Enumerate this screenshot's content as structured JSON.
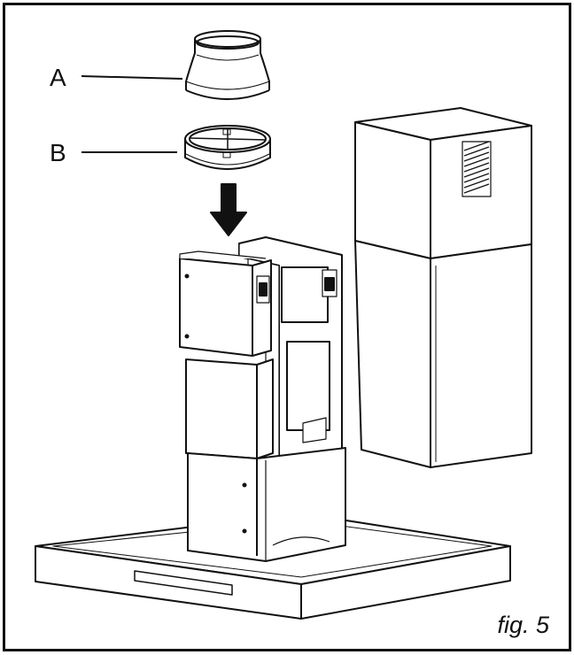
{
  "callouts": [
    {
      "letter": "A"
    },
    {
      "letter": "B"
    }
  ],
  "figure_label": "fig. 5",
  "colors": {
    "line": "#111111",
    "fill": "#ffffff",
    "shade": "#e6e6e6"
  }
}
